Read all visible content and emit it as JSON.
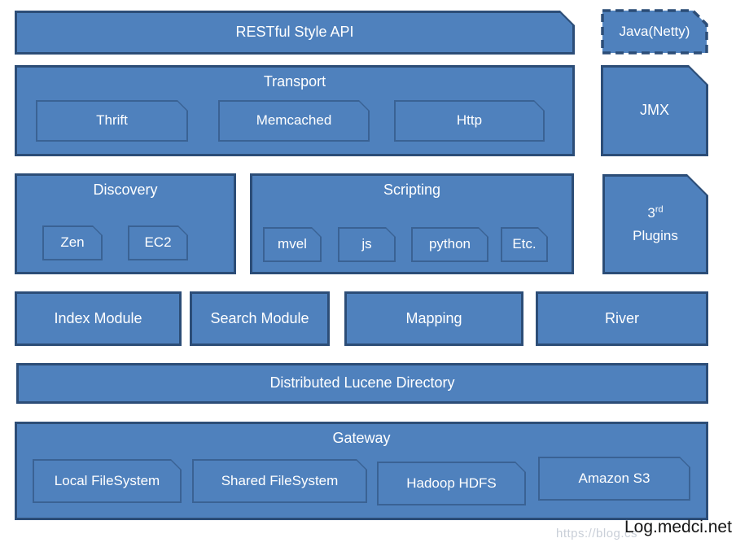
{
  "colors": {
    "fill": "#4F81BD",
    "border": "#2C4D77",
    "inner_border": "#3A6294",
    "text": "#FFFFFF",
    "watermark_gray": "#C9CFD8",
    "watermark_black": "#141414",
    "background": "#FFFFFF"
  },
  "diagram": {
    "rest_api": "RESTful Style API",
    "java_netty": "Java(Netty)",
    "jmx": "JMX",
    "transport": {
      "title": "Transport",
      "children": [
        "Thrift",
        "Memcached",
        "Http"
      ]
    },
    "discovery": {
      "title": "Discovery",
      "children": [
        "Zen",
        "EC2"
      ]
    },
    "scripting": {
      "title": "Scripting",
      "children": [
        "mvel",
        "js",
        "python",
        "Etc."
      ]
    },
    "plugins": {
      "prefix": "3",
      "sup": "rd",
      "word": "Plugins"
    },
    "modules": [
      "Index Module",
      "Search Module",
      "Mapping",
      "River"
    ],
    "lucene": "Distributed Lucene Directory",
    "gateway": {
      "title": "Gateway",
      "children": [
        "Local FileSystem",
        "Shared FileSystem",
        "Hadoop HDFS",
        "Amazon S3"
      ]
    },
    "watermark": {
      "url": "https://blog.cs",
      "site": "Log.medci.net"
    }
  }
}
